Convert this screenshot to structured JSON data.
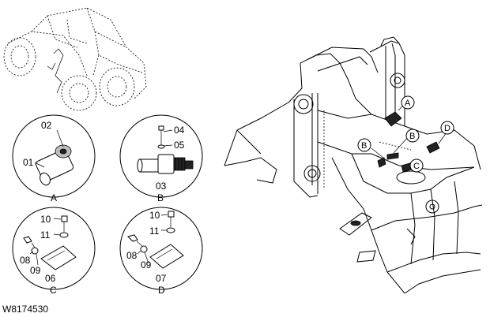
{
  "diagram": {
    "reference_code": "W8174530",
    "callouts": {
      "A": {
        "letter": "A",
        "parts": [
          "01",
          "02"
        ]
      },
      "B": {
        "letter": "B",
        "parts": [
          "03",
          "04",
          "05"
        ]
      },
      "C": {
        "letter": "C",
        "parts": [
          "06",
          "08",
          "09",
          "10",
          "11"
        ]
      },
      "D": {
        "letter": "D",
        "parts": [
          "07",
          "08",
          "09",
          "10",
          "11"
        ]
      }
    },
    "labels": {
      "p01": "01",
      "p02": "02",
      "p03": "03",
      "p04": "04",
      "p05": "05",
      "p06": "06",
      "p07": "07",
      "c_p08": "08",
      "c_p09": "09",
      "c_p10": "10",
      "c_p11": "11",
      "d_p08": "08",
      "d_p09": "09",
      "d_p10": "10",
      "d_p11": "11"
    },
    "frame_markers": {
      "mA": "A",
      "mB1": "B",
      "mB2": "B",
      "mC": "C",
      "mD": "D"
    }
  }
}
